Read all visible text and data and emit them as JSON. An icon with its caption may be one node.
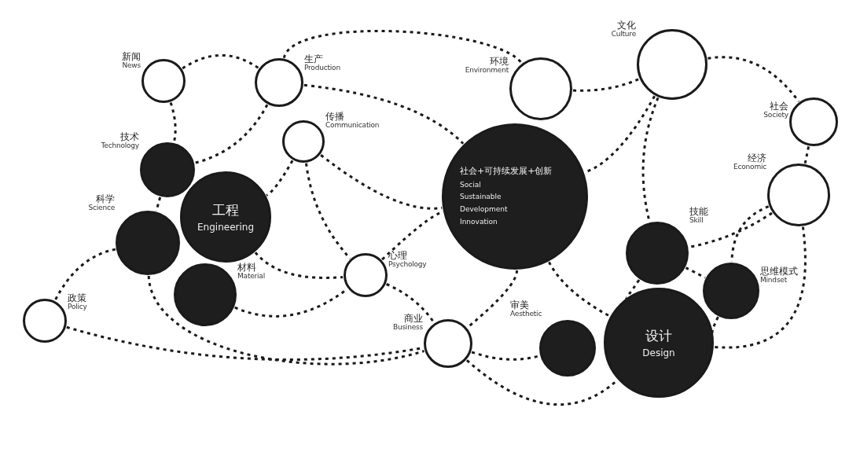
{
  "diagram": {
    "nodes": [
      {
        "text": [
          "新闻",
          "News"
        ]
      },
      {
        "text": [
          "生产",
          "Production"
        ]
      },
      {
        "text": [
          "环境",
          "Environment"
        ]
      },
      {
        "text": [
          "文化",
          "Culture"
        ]
      },
      {
        "text": [
          "社会",
          "Society"
        ]
      },
      {
        "text": [
          "传播",
          "Communication"
        ]
      },
      {
        "text": [
          "技术",
          "Technology"
        ]
      },
      {
        "text": [
          "工程",
          "Engineering"
        ]
      },
      {
        "text": [
          "社会+可持续发展+创新",
          "Social Sustainable Development Innovation"
        ]
      },
      {
        "text": [
          "经济",
          "Economic"
        ]
      },
      {
        "text": [
          "科学",
          "Science"
        ]
      },
      {
        "text": [
          "技能",
          "Skill"
        ]
      },
      {
        "text": [
          "材料",
          "Material"
        ]
      },
      {
        "text": [
          "心理",
          "Psychology"
        ]
      },
      {
        "text": [
          "思维模式",
          "Mindset"
        ]
      },
      {
        "text": [
          "政策",
          "Policy"
        ]
      },
      {
        "text": [
          "审美",
          "Aesthetic"
        ]
      },
      {
        "text": [
          "商业",
          "Business"
        ]
      },
      {
        "text": [
          "设计",
          "Design"
        ]
      }
    ],
    "edges": [
      {
        "from": 0,
        "to": 1,
        "arrow": "none",
        "style": "dashed"
      },
      {
        "from": 0,
        "to": 6,
        "arrow": "none",
        "style": "dashed"
      },
      {
        "from": 1,
        "to": 6,
        "arrow": "none",
        "style": "dashed"
      },
      {
        "from": 1,
        "to": 2,
        "arrow": "none",
        "style": "dashed"
      },
      {
        "from": 1,
        "to": 8,
        "arrow": "none",
        "style": "dashed"
      },
      {
        "from": 5,
        "to": 7,
        "arrow": "none",
        "style": "dashed"
      },
      {
        "from": 5,
        "to": 8,
        "arrow": "none",
        "style": "dashed"
      },
      {
        "from": 5,
        "to": 13,
        "arrow": "none",
        "style": "dashed"
      },
      {
        "from": 13,
        "to": 8,
        "arrow": "none",
        "style": "dashed"
      },
      {
        "from": 7,
        "to": 13,
        "arrow": "none",
        "style": "dashed"
      },
      {
        "from": 12,
        "to": 13,
        "arrow": "none",
        "style": "dashed"
      },
      {
        "from": 13,
        "to": 17,
        "arrow": "none",
        "style": "dashed"
      },
      {
        "from": 8,
        "to": 17,
        "arrow": "none",
        "style": "dashed"
      },
      {
        "from": 10,
        "to": 17,
        "arrow": "none",
        "style": "dashed"
      },
      {
        "from": 15,
        "to": 17,
        "arrow": "none",
        "style": "dashed"
      },
      {
        "from": 10,
        "to": 15,
        "arrow": "none",
        "style": "dashed"
      },
      {
        "from": 6,
        "to": 10,
        "arrow": "none",
        "style": "dashed"
      },
      {
        "from": 17,
        "to": 16,
        "arrow": "none",
        "style": "dashed"
      },
      {
        "from": 17,
        "to": 18,
        "arrow": "none",
        "style": "dashed"
      },
      {
        "from": 2,
        "to": 3,
        "arrow": "none",
        "style": "dashed"
      },
      {
        "from": 3,
        "to": 8,
        "arrow": "none",
        "style": "dashed"
      },
      {
        "from": 3,
        "to": 11,
        "arrow": "none",
        "style": "dashed"
      },
      {
        "from": 3,
        "to": 4,
        "arrow": "none",
        "style": "dashed"
      },
      {
        "from": 4,
        "to": 9,
        "arrow": "none",
        "style": "dashed"
      },
      {
        "from": 9,
        "to": 11,
        "arrow": "none",
        "style": "dashed"
      },
      {
        "from": 9,
        "to": 14,
        "arrow": "none",
        "style": "dashed"
      },
      {
        "from": 9,
        "to": 18,
        "arrow": "none",
        "style": "dashed"
      },
      {
        "from": 8,
        "to": 18,
        "arrow": "none",
        "style": "dashed"
      },
      {
        "from": 11,
        "to": 18,
        "arrow": "none",
        "style": "dashed"
      },
      {
        "from": 11,
        "to": 14,
        "arrow": "none",
        "style": "dashed"
      },
      {
        "from": 14,
        "to": 18,
        "arrow": "none",
        "style": "dashed"
      }
    ]
  }
}
